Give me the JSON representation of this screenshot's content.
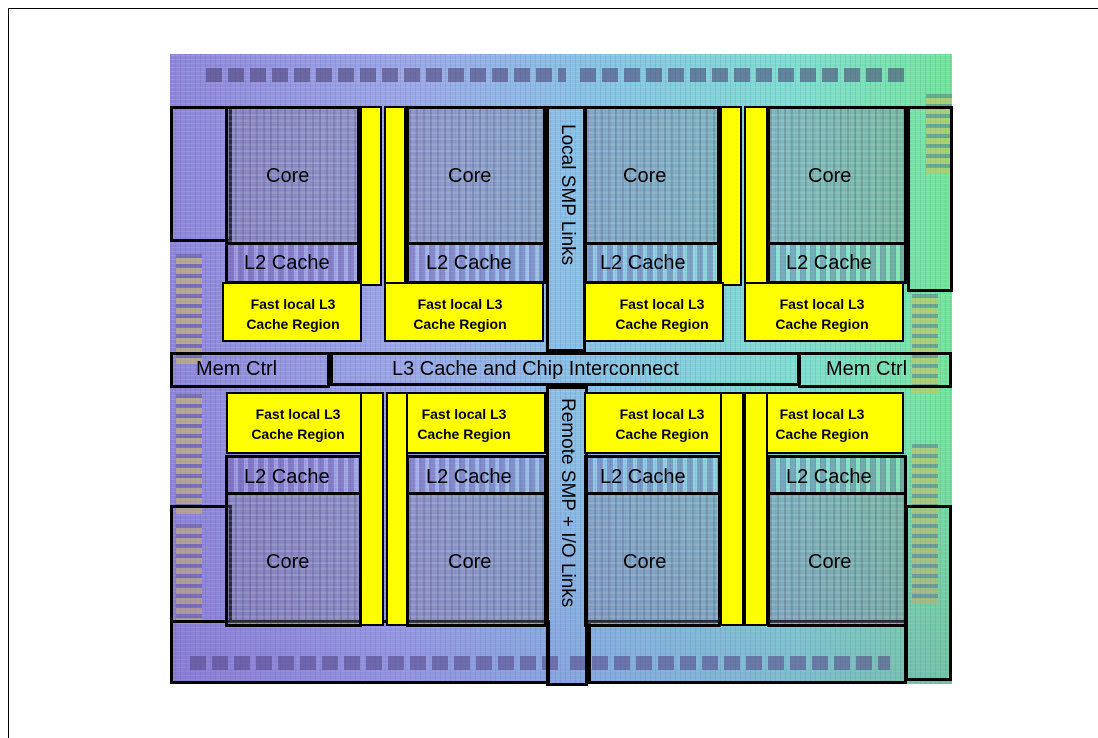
{
  "labels": {
    "core": "Core",
    "l2": "L2 Cache",
    "l3_line1": "Fast local L3",
    "l3_line2": "Cache Region",
    "mem_ctrl": "Mem Ctrl",
    "interconnect": "L3 Cache and Chip Interconnect",
    "local_smp": "Local SMP Links",
    "remote_smp": "Remote SMP + I/O Links"
  },
  "colors": {
    "l3_region": "#ffff00",
    "outline": "#000000"
  }
}
